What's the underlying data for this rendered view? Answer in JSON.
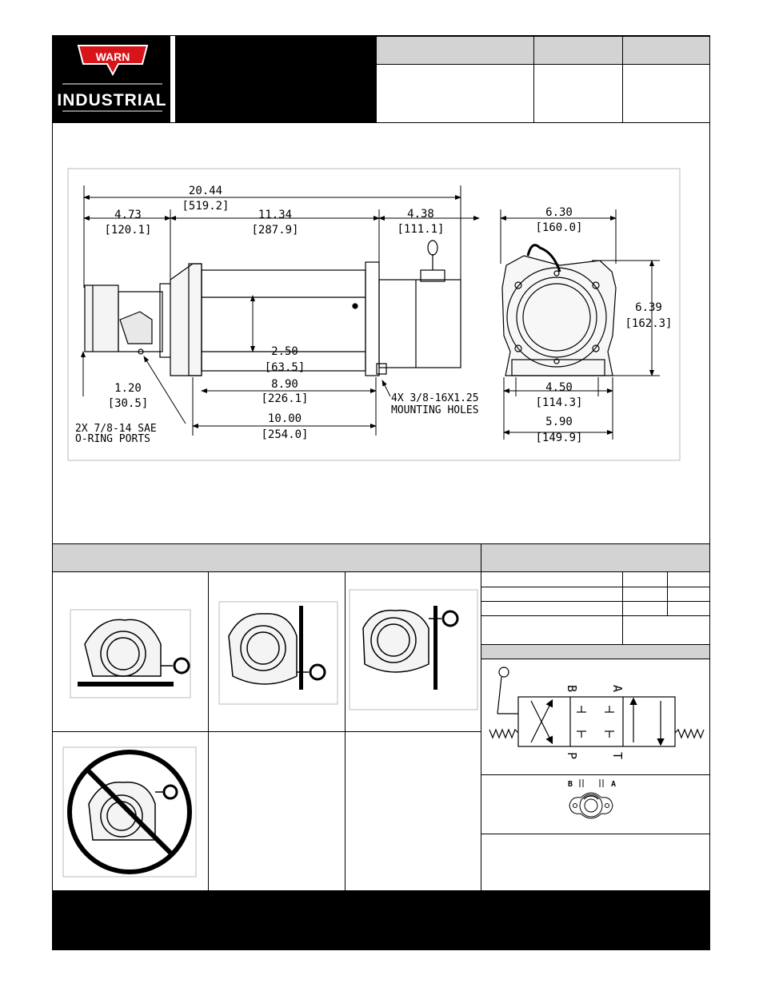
{
  "logo": {
    "brand": "WARN",
    "sub": "INDUSTRIAL"
  },
  "drawing": {
    "dims": {
      "overall_length": "20.44",
      "overall_length_mm": "[519.2]",
      "motor_len": "4.73",
      "motor_len_mm": "[120.1]",
      "drum_len": "11.34",
      "drum_len_mm": "[287.9]",
      "valve_len": "4.38",
      "valve_len_mm": "[111.1]",
      "drum_height": "2.50",
      "drum_height_mm": "[63.5]",
      "drum_between": "8.90",
      "drum_between_mm": "[226.1]",
      "base_len": "10.00",
      "base_len_mm": "[254.0]",
      "port_height": "1.20",
      "port_height_mm": "[30.5]",
      "end_width": "6.30",
      "end_width_mm": "[160.0]",
      "end_height": "6.39",
      "end_height_mm": "[162.3]",
      "foot_span": "4.50",
      "foot_span_mm": "[114.3]",
      "foot_width": "5.90",
      "foot_width_mm": "[149.9]"
    },
    "notes": {
      "ports_line1": "2X 7/8-14 SAE",
      "ports_line2": "O-RING PORTS",
      "holes_line1": "4X 3/8-16X1.25",
      "holes_line2": "MOUNTING HOLES"
    }
  },
  "schematic": {
    "b": "B",
    "a": "A",
    "p": "P",
    "t": "T"
  },
  "motor": {
    "b": "B",
    "a": "A"
  }
}
